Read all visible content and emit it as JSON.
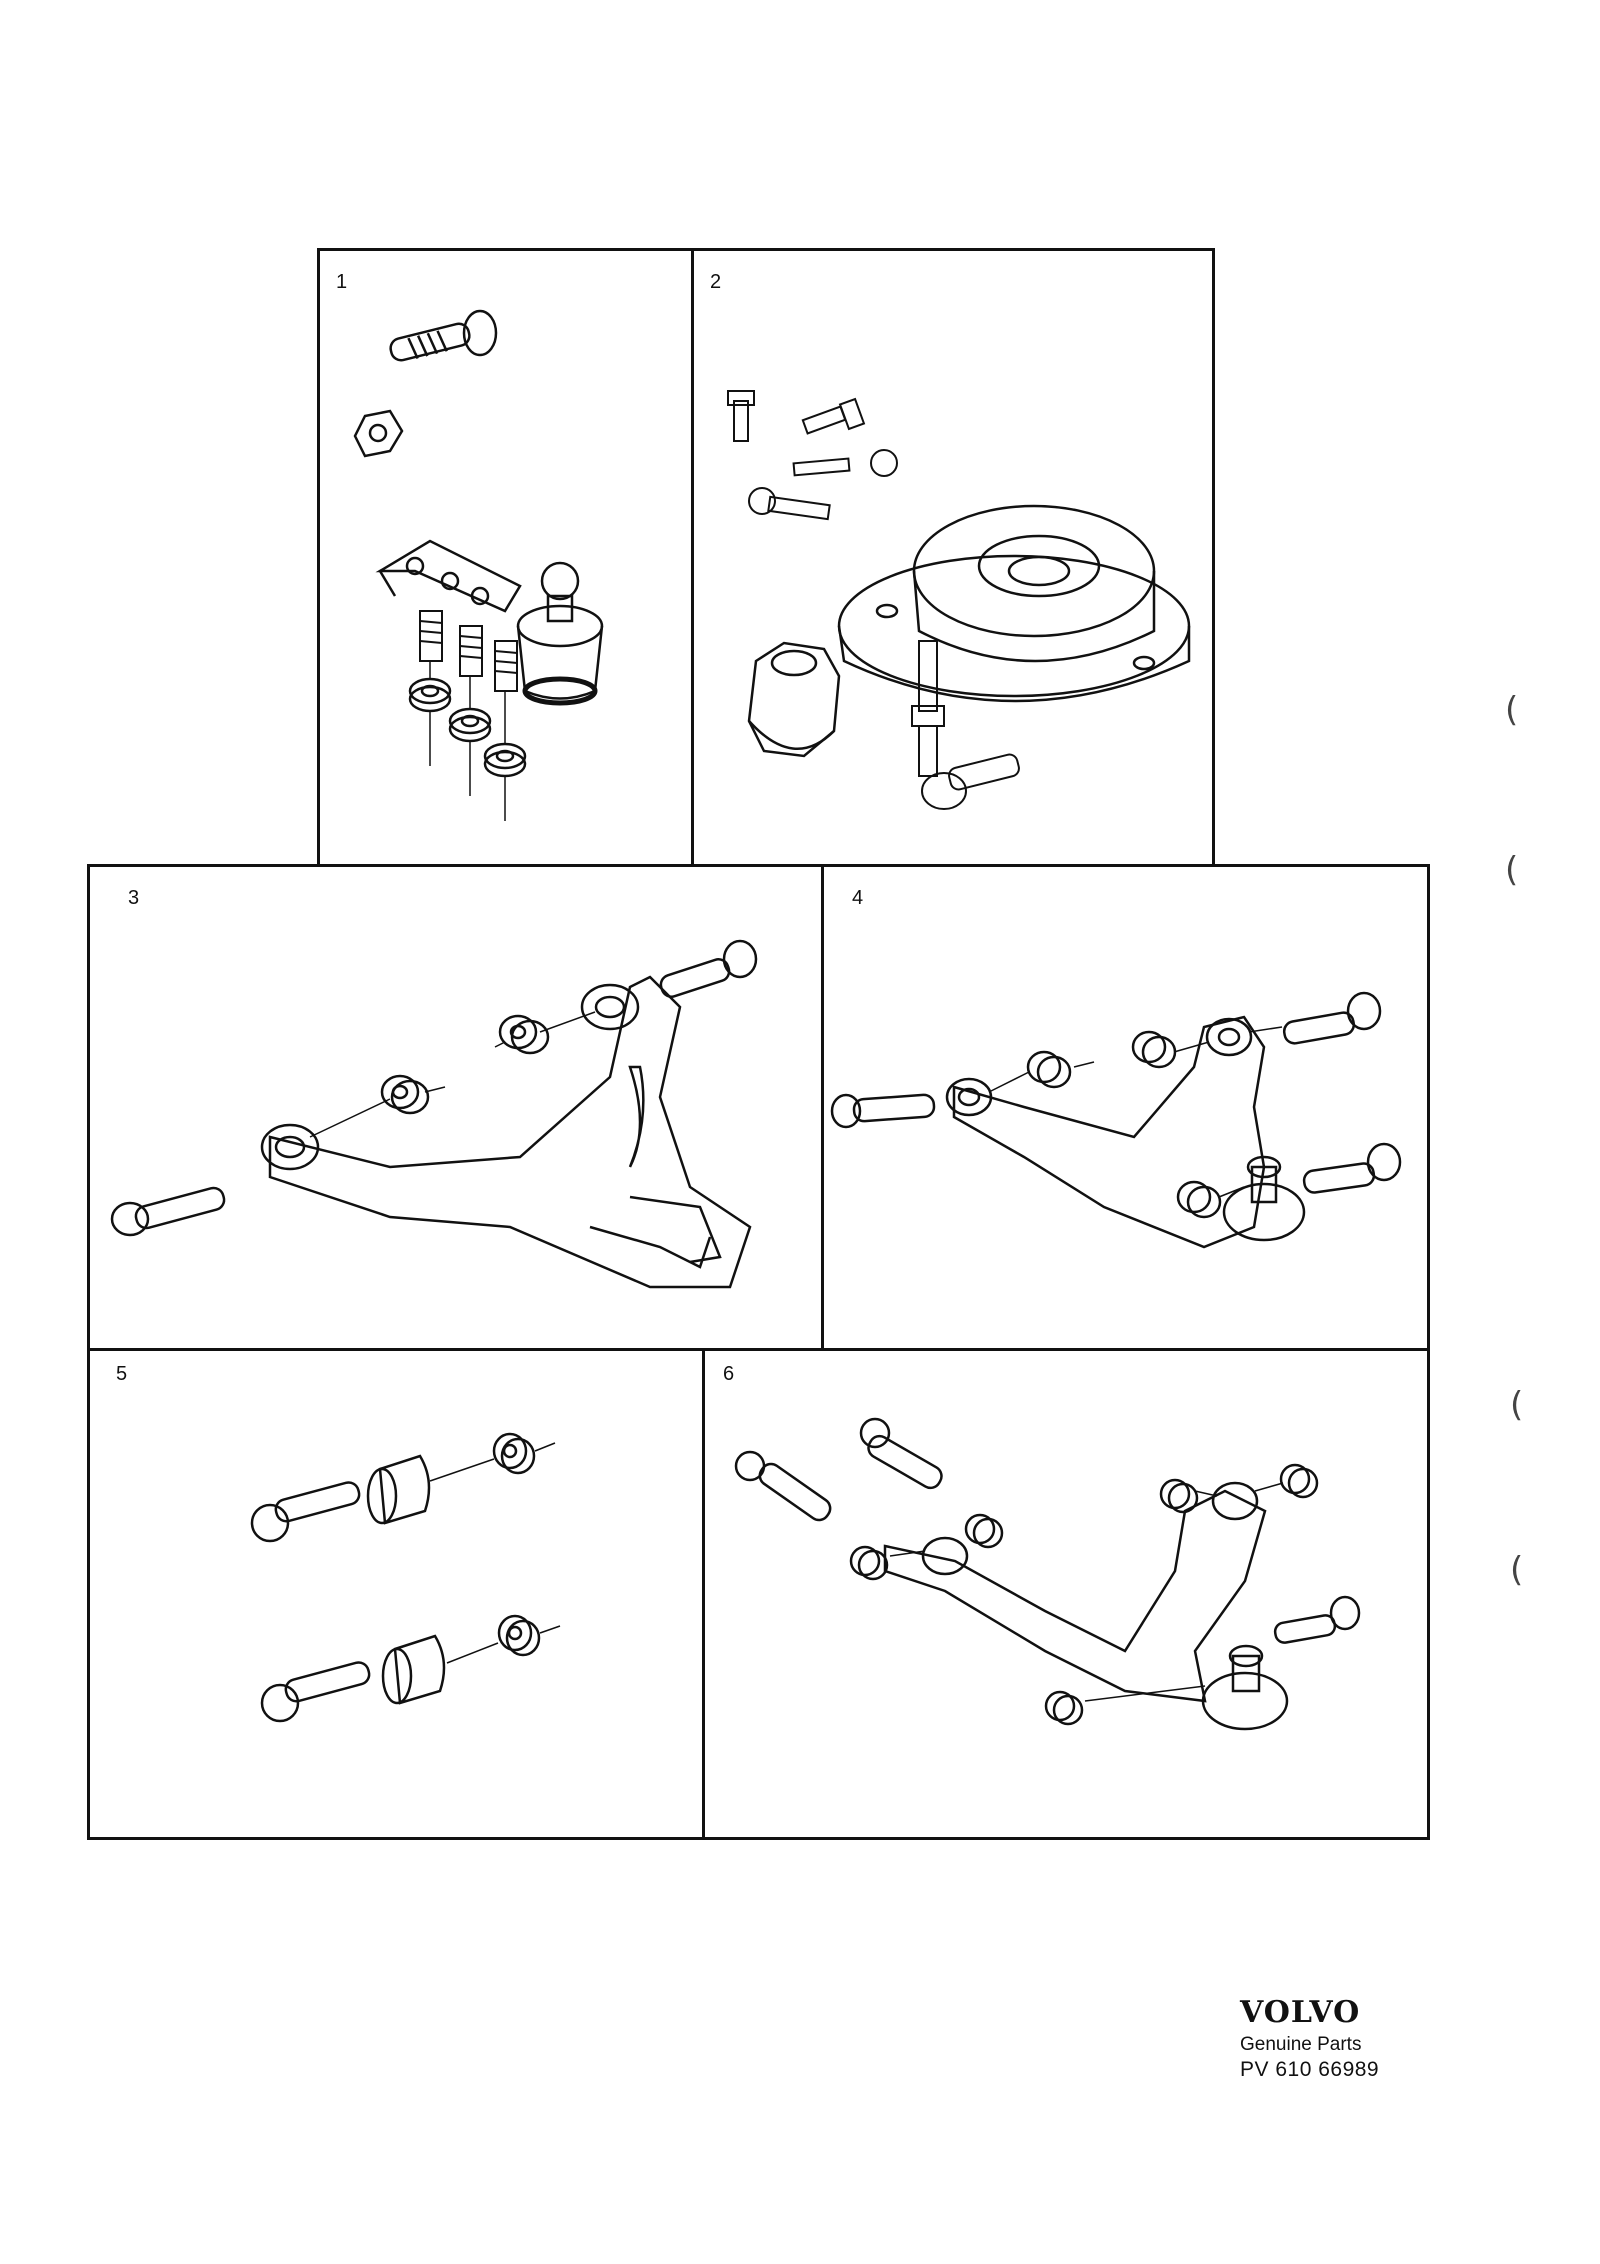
{
  "panels": [
    {
      "label": "1"
    },
    {
      "label": "2"
    },
    {
      "label": "3"
    },
    {
      "label": "4"
    },
    {
      "label": "5"
    },
    {
      "label": "6"
    }
  ],
  "margin_marks": [
    "(",
    "(",
    "(",
    "("
  ],
  "footer": {
    "brand": "VOLVO",
    "subtitle": "Genuine Parts",
    "code": "PV 610 66989"
  }
}
